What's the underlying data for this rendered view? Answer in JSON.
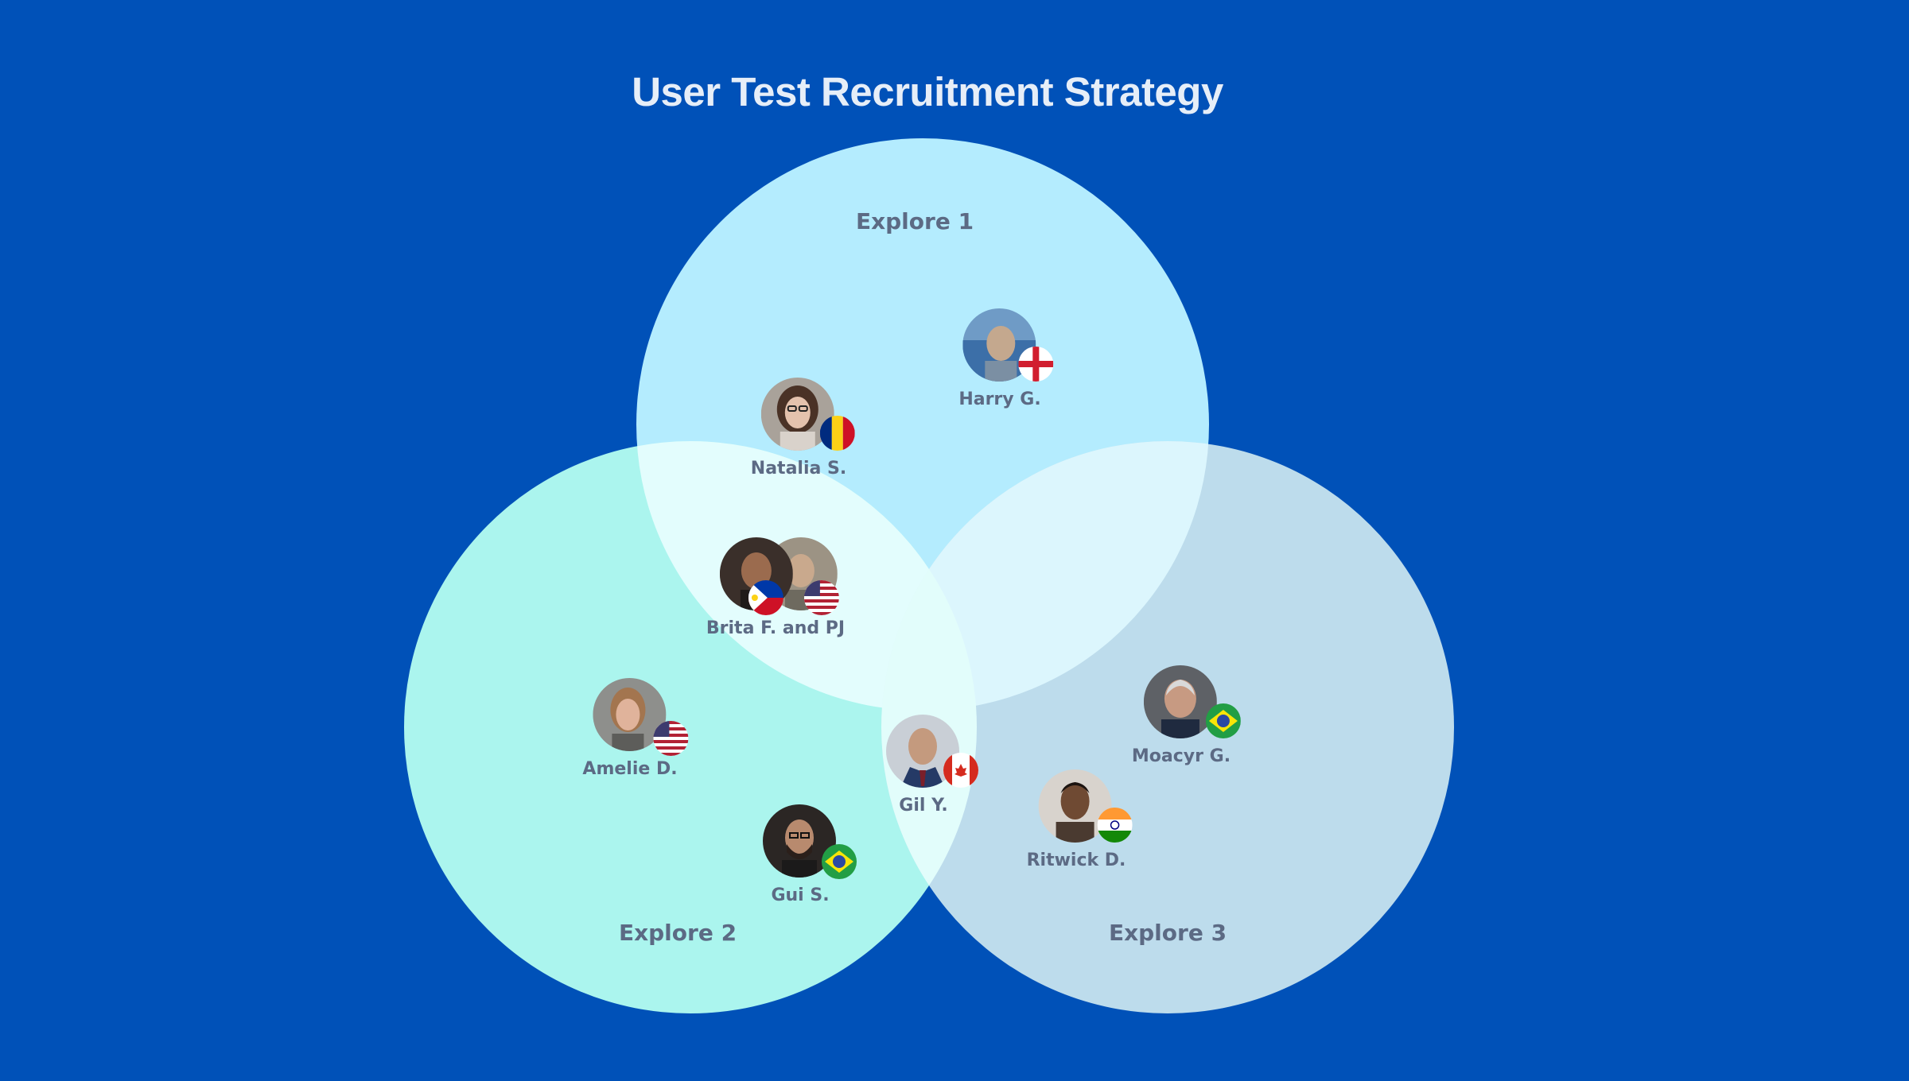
{
  "title": "User Test Recruitment Strategy",
  "colors": {
    "background": "#0051b8",
    "explore1": "#b4ecfe",
    "explore2": "#b1fbef",
    "explore3": "#c5e2ee",
    "label_text": "#5c6a84"
  },
  "sets": [
    {
      "key": "explore1",
      "label": "Explore 1"
    },
    {
      "key": "explore2",
      "label": "Explore 2"
    },
    {
      "key": "explore3",
      "label": "Explore 3"
    }
  ],
  "people": [
    {
      "name": "Harry G.",
      "flag": "england-flag-icon",
      "sets": [
        "Explore 1"
      ]
    },
    {
      "name": "Natalia S.",
      "flag": "romania-flag-icon",
      "sets": [
        "Explore 1"
      ]
    },
    {
      "name": "Brita F. and PJ",
      "flag": "philippines-and-usa-flag-icons",
      "sets": [
        "Explore 1",
        "Explore 2"
      ]
    },
    {
      "name": "Amelie D.",
      "flag": "usa-flag-icon",
      "sets": [
        "Explore 2"
      ]
    },
    {
      "name": "Gui S.",
      "flag": "brazil-flag-icon",
      "sets": [
        "Explore 2"
      ]
    },
    {
      "name": "Gil Y.",
      "flag": "canada-flag-icon",
      "sets": [
        "Explore 2",
        "Explore 3"
      ]
    },
    {
      "name": "Moacyr G.",
      "flag": "brazil-flag-icon",
      "sets": [
        "Explore 3"
      ]
    },
    {
      "name": "Ritwick D.",
      "flag": "india-flag-icon",
      "sets": [
        "Explore 3"
      ]
    }
  ]
}
